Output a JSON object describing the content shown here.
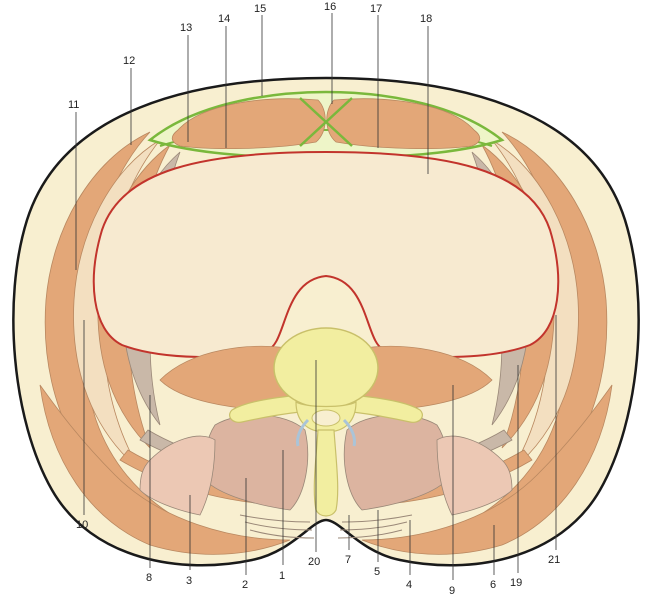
{
  "diagram": {
    "labels": {
      "l1": "1",
      "l2": "2",
      "l3": "3",
      "l4": "4",
      "l5": "5",
      "l6": "6",
      "l7": "7",
      "l8": "8",
      "l9": "9",
      "l10": "10",
      "l11": "11",
      "l12": "12",
      "l13": "13",
      "l14": "14",
      "l15": "15",
      "l16": "16",
      "l17": "17",
      "l18": "18",
      "l19": "19",
      "l20": "20",
      "l21": "21"
    },
    "colors": {
      "skin_outline": "#1a1a1a",
      "subcutaneous": "#f8efd0",
      "muscle": "#e3a778",
      "muscle_dark": "#d5946a",
      "deep_muscle": "#dcb4a0",
      "fascia": "#c9b8a8",
      "peritoneum": "#c2342c",
      "cavity": "#f7ead0",
      "bone": "#f2eea0",
      "bone_outline": "#c9c06a",
      "green_fascia": "#7ab83c",
      "light_fascia": "#e6d2b4"
    }
  }
}
